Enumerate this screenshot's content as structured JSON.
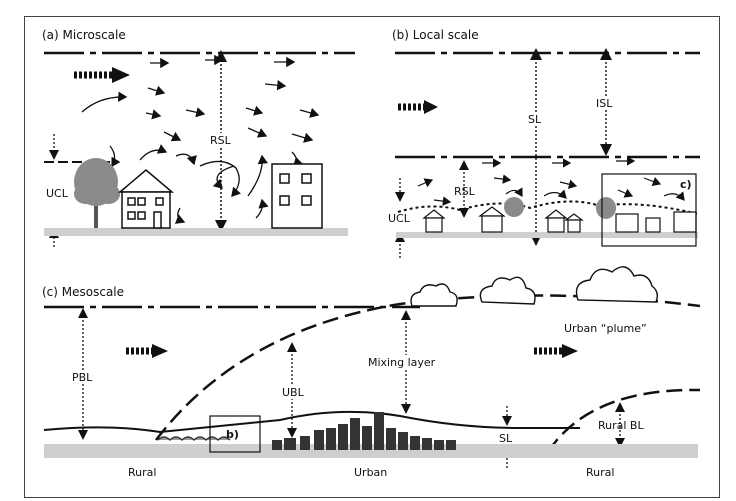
{
  "panels": {
    "a": {
      "title": "(a) Microscale",
      "rsl": "RSL",
      "ucl": "UCL"
    },
    "b": {
      "title": "(b) Local scale",
      "sl": "SL",
      "isl": "ISL",
      "rsl": "RSL",
      "ucl": "UCL",
      "inset": "c)"
    },
    "c": {
      "title": "(c) Mesoscale",
      "pbl": "PBL",
      "ubl": "UBL",
      "mixing": "Mixing layer",
      "plume": "Urban “plume”",
      "inset": "b)",
      "sl": "SL",
      "rural_bl": "Rural BL",
      "rural_left": "Rural",
      "urban": "Urban",
      "rural_right": "Rural"
    }
  }
}
